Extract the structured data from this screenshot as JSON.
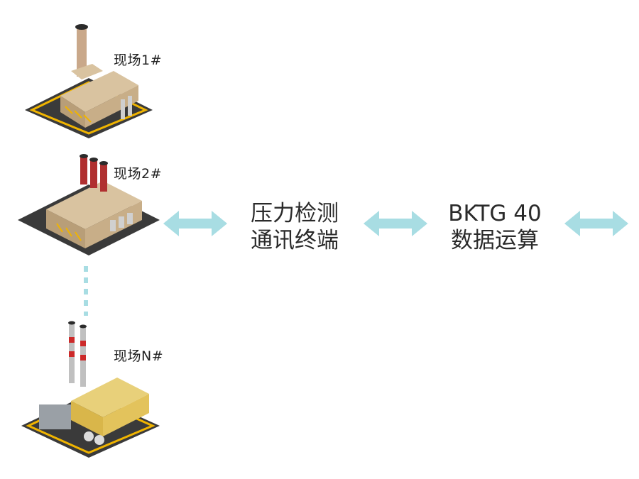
{
  "sites": [
    {
      "label": "现场1#"
    },
    {
      "label": "现场2#"
    },
    {
      "label": "现场N#"
    }
  ],
  "blocks": [
    {
      "line1": "压力检测",
      "line2": "通讯终端"
    },
    {
      "line1": "BKTG 40",
      "line2": "数据运算"
    }
  ],
  "colors": {
    "arrow": "#a8dde3",
    "dotline": "#a8dde3",
    "road": "#3a3a3a",
    "road_stripe": "#f0b400",
    "building": "#d9c3a0"
  },
  "icons": [
    "factory-icon",
    "double-arrow-icon"
  ]
}
